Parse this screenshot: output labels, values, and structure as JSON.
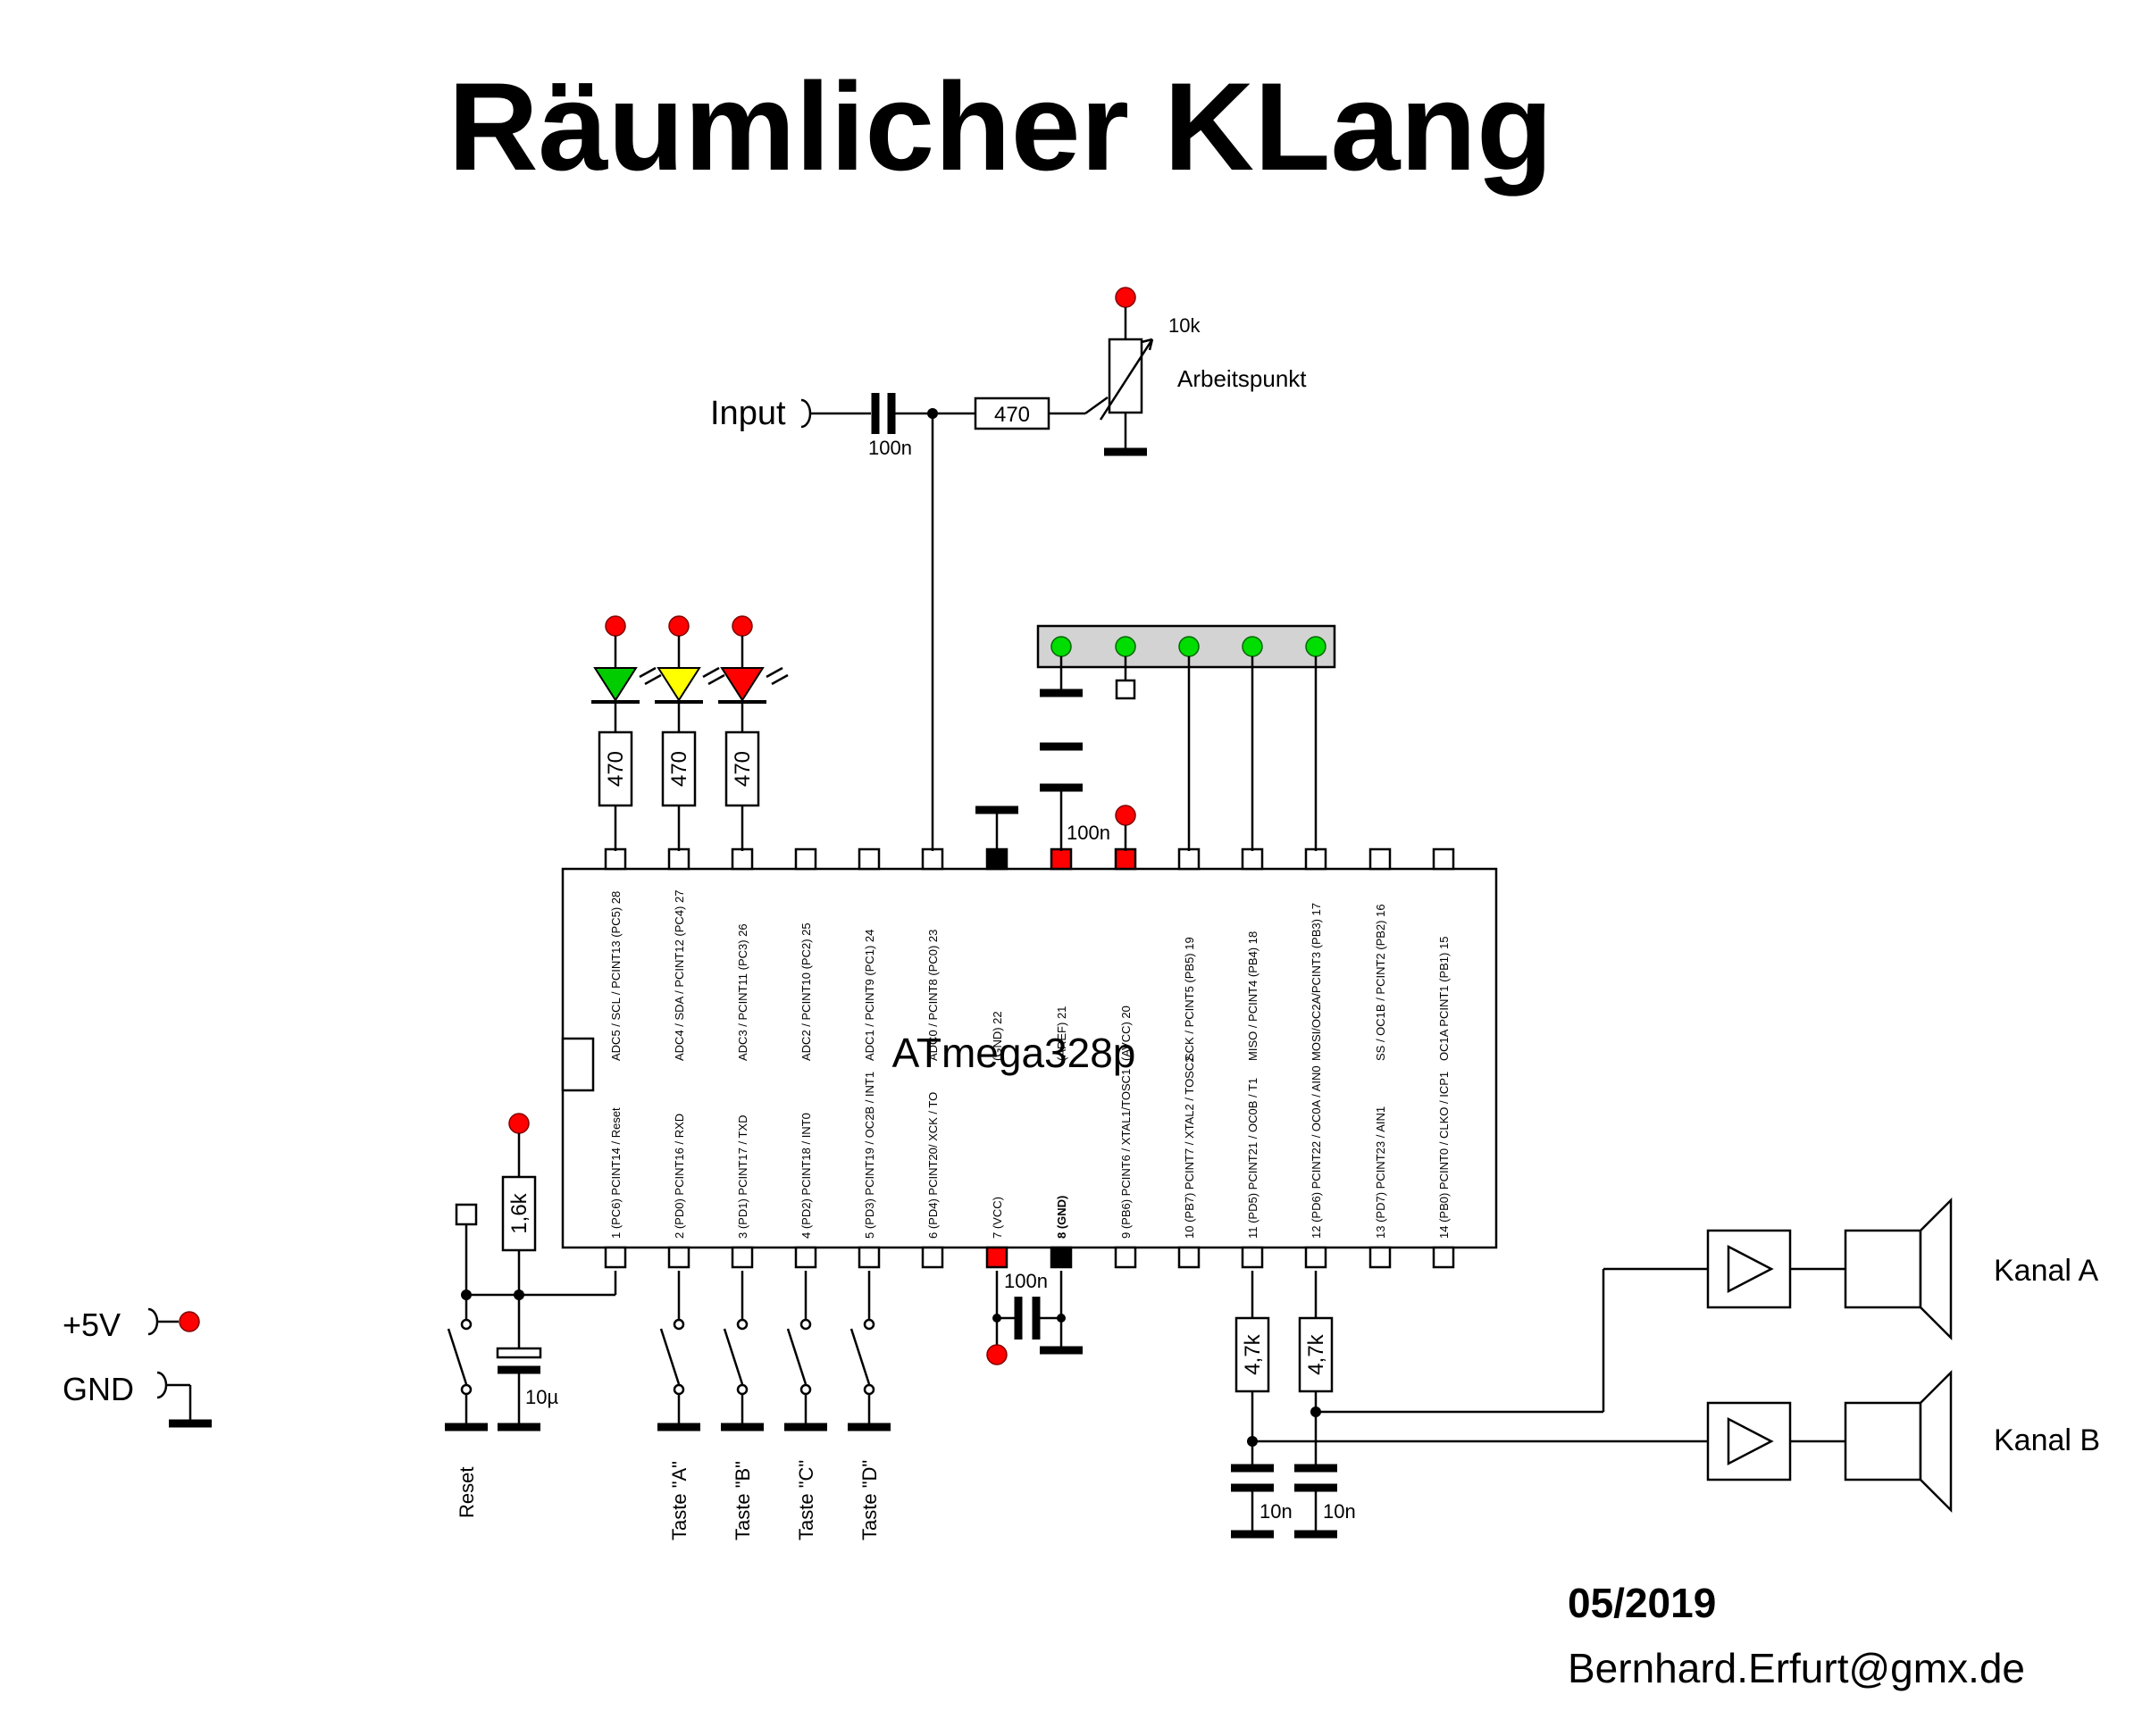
{
  "title": "Räumlicher KLang",
  "chip": {
    "name": "ATmega328p",
    "top_pins": [
      "ADC5 / SCL / PCINT13 (PC5) 28",
      "ADC4 / SDA / PCINT12 (PC4) 27",
      "ADC3 / PCINT11 (PC3) 26",
      "ADC2 / PCINT10 (PC2) 25",
      "ADC1 / PCINT9 (PC1) 24",
      "ADC0 / PCINT8 (PC0) 23",
      "(GND) 22",
      "(AREF) 21",
      "(AVCC) 20",
      "SCK / PCINT5 (PB5) 19",
      "MISO / PCINT4 (PB4) 18",
      "MOSI/OC2A/PCINT3 (PB3) 17",
      "SS / OC1B / PCINT2 (PB2) 16",
      "OC1A PCINT1 (PB1) 15"
    ],
    "bottom_pins": [
      "1 (PC6) PCINT14 / Reset",
      "2 (PD0) PCINT16 / RXD",
      "3 (PD1) PCINT17 / TXD",
      "4 (PD2) PCINT18 / INT0",
      "5 (PD3) PCINT19 / OC2B / INT1",
      "6 (PD4) PCINT20/ XCK / TO",
      "7 (VCC)",
      "8 (GND)",
      "9 (PB6) PCINT6 / XTAL1/TOSC1",
      "10 (PB7) PCINT7 / XTAL2 / TOSC2",
      "11 (PD5) PCINT21 / OC0B / T1",
      "12 (PD6) PCINT22 / OC0A / AIN0",
      "13 (PD7) PCINT23 / AIN1",
      "14 (PB0) PCINT0 / CLKO / ICP1"
    ]
  },
  "input": {
    "label": "Input",
    "cap": "100n",
    "resistor": "470",
    "pot_value": "10k",
    "pot_label": "Arbeitspunkt"
  },
  "leds": {
    "resistors": [
      "470",
      "470",
      "470"
    ],
    "colors": [
      "#00cc00",
      "#ffff00",
      "#ff0000"
    ]
  },
  "decoupling": {
    "aref_cap": "100n",
    "vcc_cap": "100n"
  },
  "reset": {
    "resistor": "1,6k",
    "cap": "10µ",
    "label": "Reset"
  },
  "buttons": [
    "Taste \"A\"",
    "Taste \"B\"",
    "Taste \"C\"",
    "Taste \"D\""
  ],
  "outputs": {
    "resistors": [
      "4,7k",
      "4,7k"
    ],
    "caps": [
      "10n",
      "10n"
    ],
    "channels": [
      "Kanal A",
      "Kanal B"
    ]
  },
  "legend": {
    "supply": "+5V",
    "ground": "GND"
  },
  "footer": {
    "date": "05/2019",
    "email": "Bernhard.Erfurt@gmx.de"
  }
}
